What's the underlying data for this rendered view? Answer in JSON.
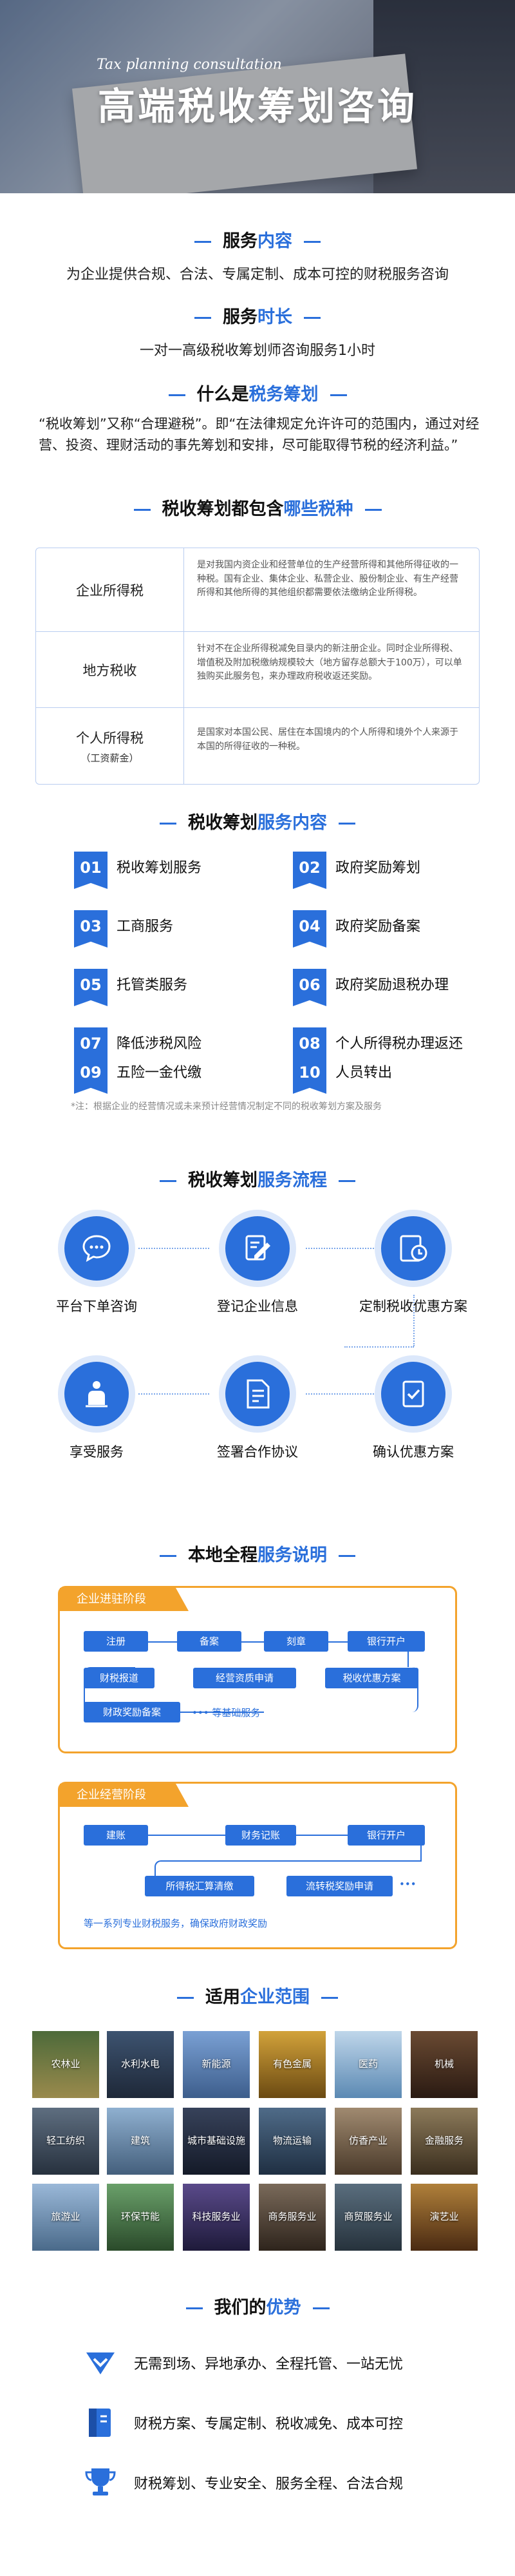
{
  "hero": {
    "subtitle": "Tax planning consultation",
    "title": "高端税收筹划咨询"
  },
  "service_content": {
    "title_a": "服务",
    "title_b": "内容",
    "text": "为企业提供合规、合法、专属定制、成本可控的财税服务咨询"
  },
  "service_duration": {
    "title_a": "服务",
    "title_b": "时长",
    "text": "一对一高级税收筹划师咨询服务1小时"
  },
  "what_is": {
    "title_a": "什么是",
    "title_b": "税务筹划",
    "text": "“税收筹划”又称“合理避税”。即“在法律规定允许许可的范围内，通过对经营、投资、理财活动的事先筹划和安排，尽可能取得节税的经济利益。”"
  },
  "tax_types": {
    "title_a": "税收筹划都包含",
    "title_b": "哪些税种",
    "rows": [
      {
        "name": "企业所得税",
        "sub": "",
        "desc": "是对我国内资企业和经营单位的生产经营所得和其他所得征收的一种税。国有企业、集体企业、私营企业、股份制企业、有生产经营所得和其他所得的其他组织都需要依法缴纳企业所得税。"
      },
      {
        "name": "地方税收",
        "sub": "",
        "desc": "针对不在企业所得税减免目录内的新注册企业。同时企业所得税、增值税及附加税缴纳规模较大（地方留存总额大于100万），可以单独购买此服务包，来办理政府税收返还奖励。"
      },
      {
        "name": "个人所得税",
        "sub": "（工资薪金）",
        "desc": "是国家对本国公民、居住在本国境内的个人所得和境外个人来源于本国的所得征收的一种税。"
      }
    ]
  },
  "planning_services": {
    "title_a": "税收筹划",
    "title_b": "服务内容",
    "items": [
      {
        "num": "01",
        "label": "税收筹划服务"
      },
      {
        "num": "02",
        "label": "政府奖励筹划"
      },
      {
        "num": "03",
        "label": "工商服务"
      },
      {
        "num": "04",
        "label": "政府奖励备案"
      },
      {
        "num": "05",
        "label": "托管类服务"
      },
      {
        "num": "06",
        "label": "政府奖励退税办理"
      },
      {
        "num": "07",
        "label": "降低涉税风险"
      },
      {
        "num": "08",
        "label": "个人所得税办理返还"
      },
      {
        "num": "09",
        "label": "五险一金代缴"
      },
      {
        "num": "10",
        "label": "人员转出"
      }
    ],
    "note": "*注：根据企业的经营情况或未来预计经营情况制定不同的税收筹划方案及服务"
  },
  "process": {
    "title_a": "税收筹划",
    "title_b": "服务流程",
    "steps": [
      {
        "label": "平台下单咨询",
        "icon": "chat-icon"
      },
      {
        "label": "登记企业信息",
        "icon": "edit-icon"
      },
      {
        "label": "定制税收优惠方案",
        "icon": "clock-doc-icon"
      },
      {
        "label": "享受服务",
        "icon": "hand-icon"
      },
      {
        "label": "签署合作协议",
        "icon": "contract-icon"
      },
      {
        "label": "确认优惠方案",
        "icon": "check-doc-icon"
      }
    ]
  },
  "local_service": {
    "title_a": "本地全程",
    "title_b": "服务说明",
    "stage1": {
      "tag": "企业进驻阶段",
      "chips": [
        "注册",
        "备案",
        "刻章",
        "银行开户",
        "财税报道",
        "经营资质申请",
        "税收优惠方案",
        "财政奖励备案"
      ],
      "more": "等基础服务"
    },
    "stage2": {
      "tag": "企业经营阶段",
      "chips": [
        "建账",
        "财务记账",
        "银行开户",
        "所得税汇算清缴",
        "流转税奖励申请"
      ],
      "note": "等一系列专业财税服务，确保政府财政奖励"
    }
  },
  "industries": {
    "title_a": "适用",
    "title_b": "企业范围",
    "items": [
      "农林业",
      "水利水电",
      "新能源",
      "有色金属",
      "医药",
      "机械",
      "轻工纺织",
      "建筑",
      "城市基础设施",
      "物流运输",
      "仿香产业",
      "金融服务",
      "旅游业",
      "环保节能",
      "科技服务业",
      "商务服务业",
      "商贸服务业",
      "演艺业"
    ]
  },
  "advantages": {
    "title_a": "我们的",
    "title_b": "优势",
    "items": [
      {
        "icon": "check-shield-icon",
        "text": "无需到场、异地承办、全程托管、一站无忧"
      },
      {
        "icon": "document-icon",
        "text": "财税方案、专属定制、税收减免、成本可控"
      },
      {
        "icon": "trophy-icon",
        "text": "财税筹划、专业安全、服务全程、合法合规"
      }
    ]
  },
  "colors": {
    "accent": "#2a6fdb",
    "stage_border": "#f3a32c"
  }
}
